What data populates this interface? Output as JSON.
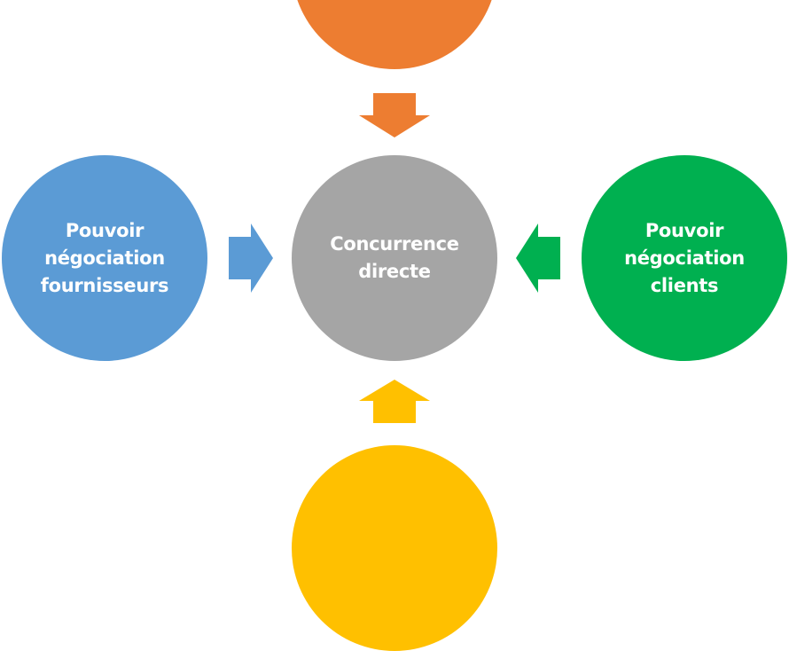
{
  "diagram": {
    "title": "",
    "nodes": {
      "top": {
        "label": "",
        "color": "#ED7D31"
      },
      "bottom": {
        "label": "",
        "color": "#FFC000"
      },
      "left": {
        "label": "Pouvoir\nnégociation\nfournisseurs",
        "color": "#5B9BD5"
      },
      "right": {
        "label": "Pouvoir\nnégociation\nclients",
        "color": "#00B050"
      },
      "center": {
        "label": "Concurrence\ndirecte",
        "color": "#A5A5A5"
      }
    },
    "arrows": [
      {
        "from": "top",
        "to": "center",
        "color": "#ED7D31"
      },
      {
        "from": "bottom",
        "to": "center",
        "color": "#FFC000"
      },
      {
        "from": "left",
        "to": "center",
        "color": "#5B9BD5"
      },
      {
        "from": "right",
        "to": "center",
        "color": "#00B050"
      }
    ],
    "text_color": "#FFFFFF",
    "background": "#FFFFFF"
  }
}
